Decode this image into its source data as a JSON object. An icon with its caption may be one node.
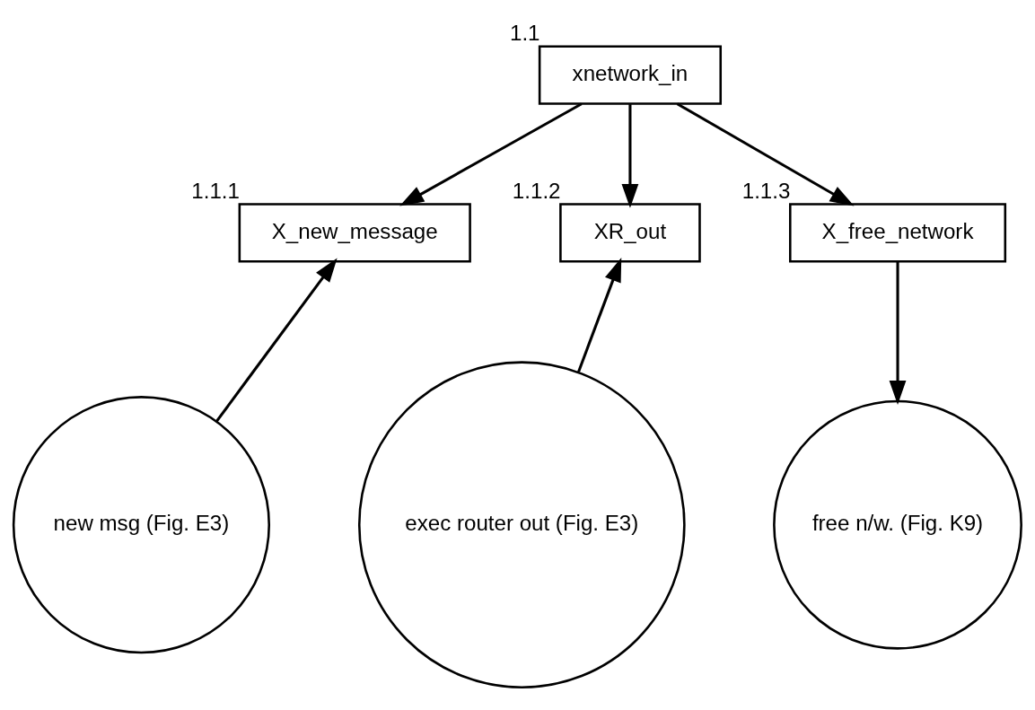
{
  "diagram": {
    "nodes": [
      {
        "text": [
          "xnetwork_in"
        ],
        "beside": [
          "1.1"
        ]
      },
      {
        "text": [
          "X_new_message"
        ],
        "beside": [
          "1.1.1"
        ]
      },
      {
        "text": [
          "XR_out"
        ],
        "beside": [
          "1.1.2"
        ]
      },
      {
        "text": [
          "X_free_network"
        ],
        "beside": [
          "1.1.3"
        ]
      },
      {
        "text": [
          "new msg (Fig. E3)"
        ]
      },
      {
        "text": [
          "exec router out (Fig. E3)"
        ]
      },
      {
        "text": [
          "free n/w. (Fig. K9)"
        ]
      }
    ],
    "edges": [
      {
        "from": 0,
        "to": 1,
        "arrow": "to"
      },
      {
        "from": 0,
        "to": 2,
        "arrow": "to"
      },
      {
        "from": 0,
        "to": 3,
        "arrow": "to"
      },
      {
        "from": 4,
        "to": 1,
        "arrow": "to"
      },
      {
        "from": 5,
        "to": 2,
        "arrow": "to"
      },
      {
        "from": 3,
        "to": 6,
        "arrow": "to"
      }
    ]
  }
}
